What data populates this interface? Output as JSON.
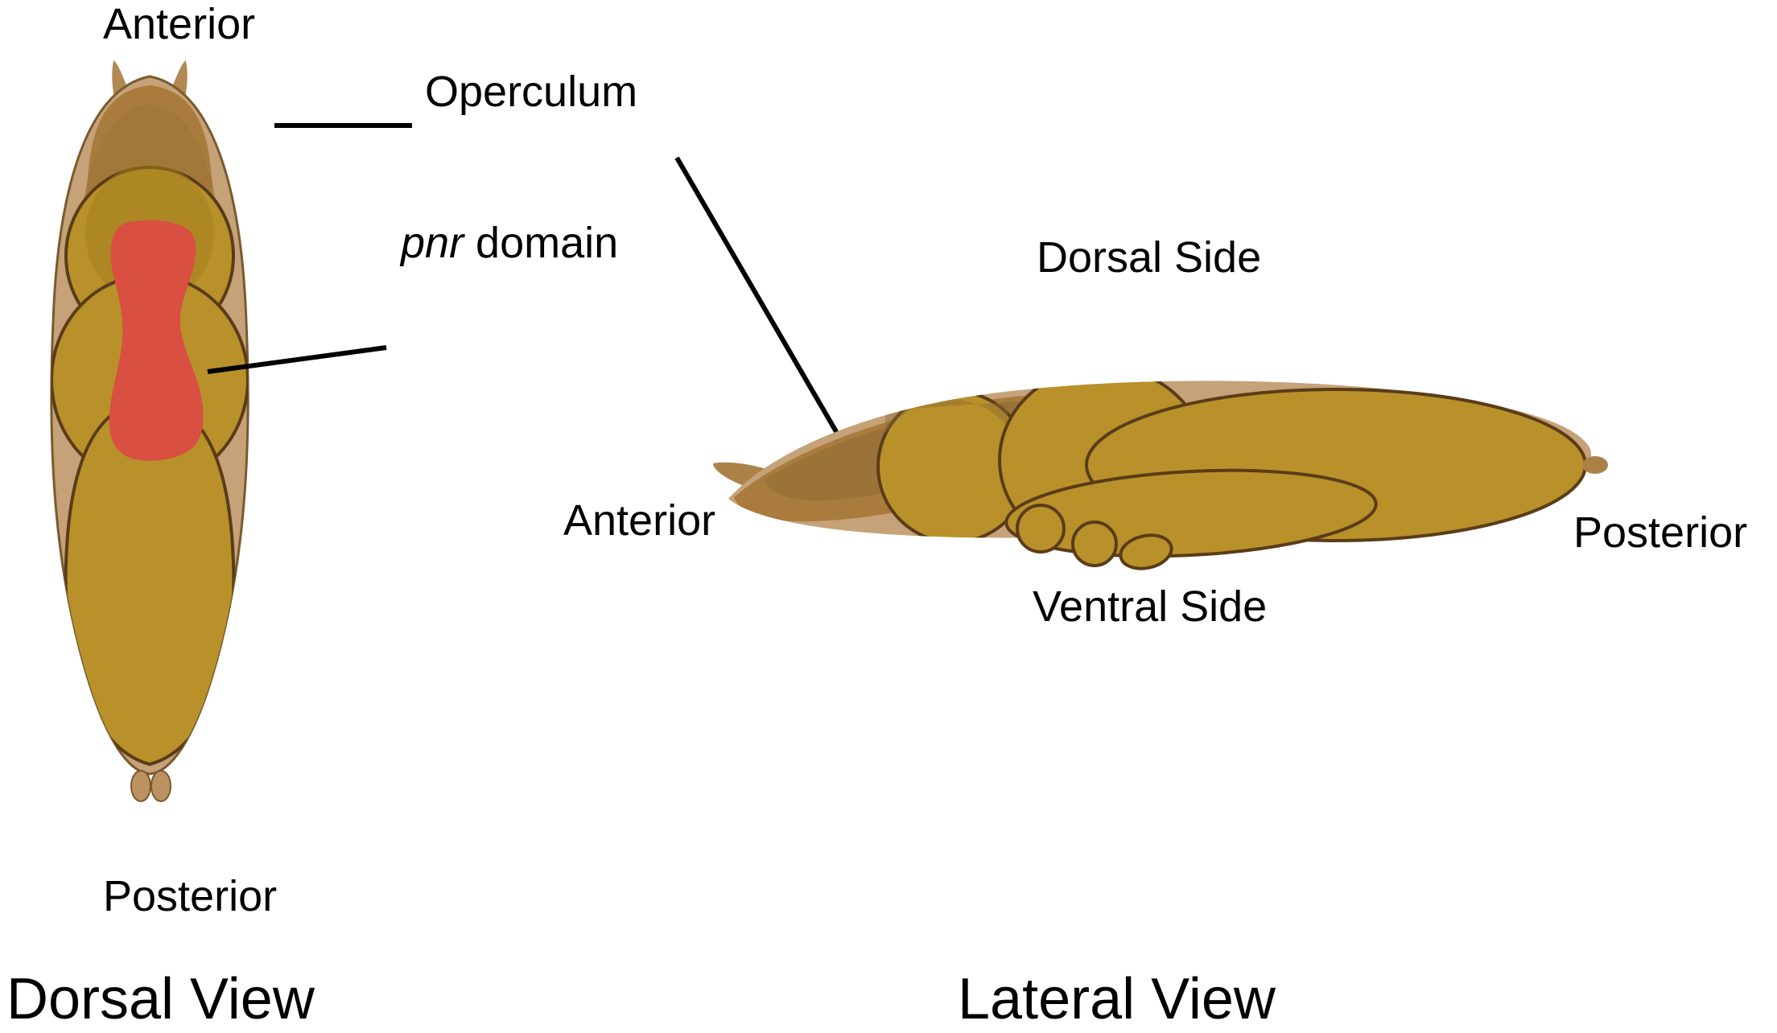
{
  "figure": {
    "title_dorsal": "Dorsal View",
    "title_lateral": "Lateral View"
  },
  "colors": {
    "background": "#ffffff",
    "body_light_tan": "#c6a278",
    "operculum_brown": "#a97c3e",
    "segment_gold": "#b8912a",
    "segment_gold_dark": "#a8841f",
    "outline_dark_brown": "#5a3c18",
    "pnr_red": "#d94f42",
    "text_black": "#000000",
    "shade_overlay": "#8f6a33"
  },
  "dorsal_view": {
    "label_anterior": "Anterior",
    "label_posterior": "Posterior",
    "label_operculum": "Operculum",
    "label_pnr_italic": "pnr",
    "label_pnr_rest": " domain",
    "label_pnr_full": "pnr domain"
  },
  "lateral_view": {
    "label_anterior": "Anterior",
    "label_posterior": "Posterior",
    "label_dorsal_side": "Dorsal Side",
    "label_ventral_side": "Ventral Side"
  },
  "annotations": {
    "operculum_leader": "line from Operculum text to dorsal head shield",
    "pnr_leader": "line from pnr domain text to red thoracic region",
    "operculum_lateral_leader": "line from Operculum text down to lateral anterior shield"
  }
}
